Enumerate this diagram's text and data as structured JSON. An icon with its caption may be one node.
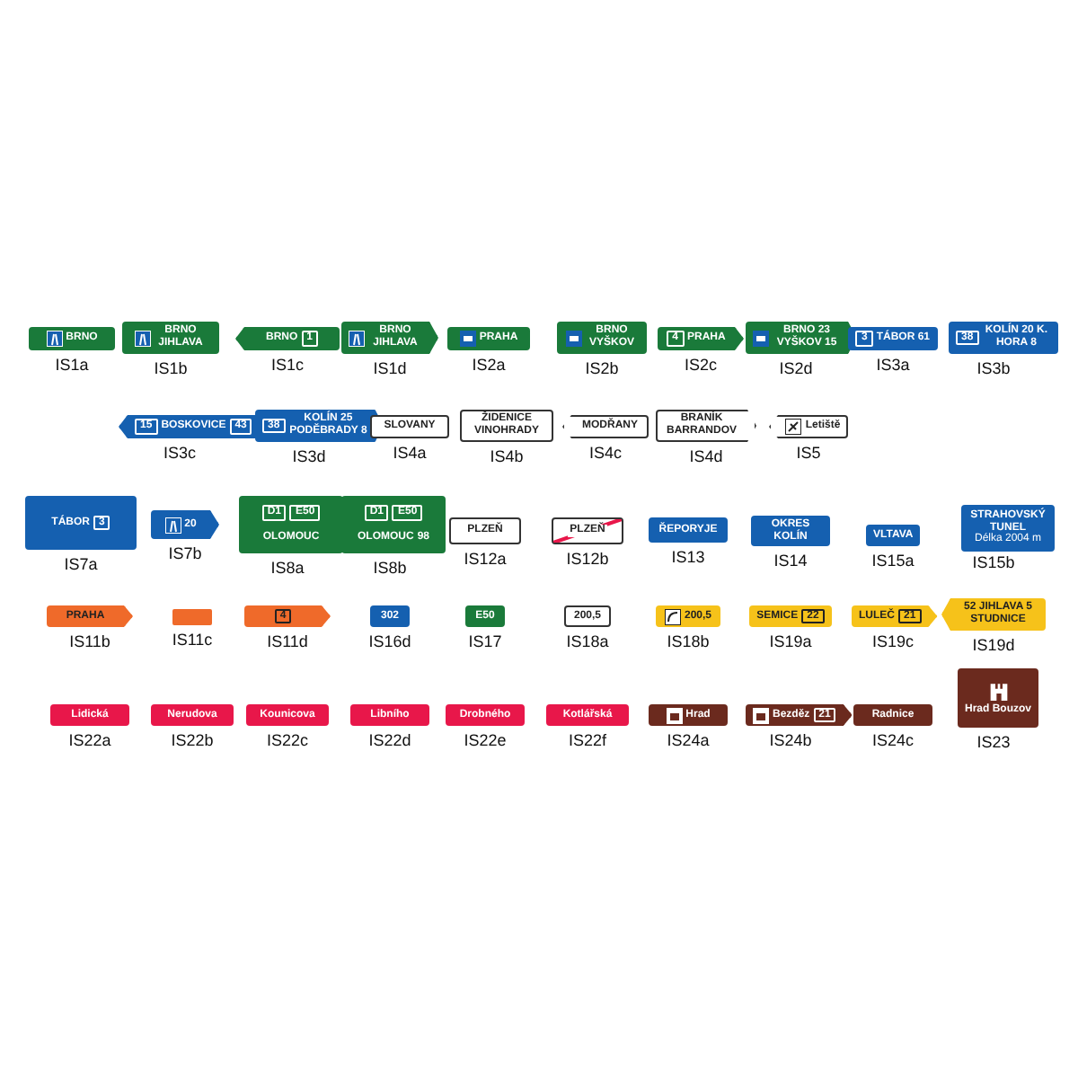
{
  "diagram": {
    "nodes": [
      {
        "text": [
          "BRNO"
        ],
        "beside": [
          "IS1a"
        ]
      },
      {
        "text": [
          "BRNO JIHLAVA"
        ],
        "beside": [
          "IS1b"
        ]
      },
      {
        "text": [
          "BRNO",
          "1"
        ],
        "beside": [
          "IS1c"
        ]
      },
      {
        "text": [
          "BRNO JIHLAVA"
        ],
        "beside": [
          "IS1d"
        ]
      },
      {
        "text": [
          "PRAHA"
        ],
        "beside": [
          "IS2a"
        ]
      },
      {
        "text": [
          "BRNO VYŠKOV"
        ],
        "beside": [
          "IS2b"
        ]
      },
      {
        "text": [
          "4",
          "PRAHA"
        ],
        "beside": [
          "IS2c"
        ]
      },
      {
        "text": [
          "BRNO 23 VYŠKOV 15"
        ],
        "beside": [
          "IS2d"
        ]
      },
      {
        "text": [
          "3",
          "TÁBOR 61"
        ],
        "beside": [
          "IS3a"
        ]
      },
      {
        "text": [
          "38",
          "KOLÍN 20 K. HORA 8"
        ],
        "beside": [
          "IS3b"
        ]
      },
      {
        "text": [
          "15",
          "BOSKOVICE",
          "43"
        ],
        "beside": [
          "IS3c"
        ]
      },
      {
        "text": [
          "38",
          "KOLÍN 25 PODĚBRADY 8"
        ],
        "beside": [
          "IS3d"
        ]
      },
      {
        "text": [
          "SLOVANY"
        ],
        "beside": [
          "IS4a"
        ]
      },
      {
        "text": [
          "ŽIDENICE VINOHRADY"
        ],
        "beside": [
          "IS4b"
        ]
      },
      {
        "text": [
          "MODŘANY"
        ],
        "beside": [
          "IS4c"
        ]
      },
      {
        "text": [
          "BRANÍK BARRANDOV"
        ],
        "beside": [
          "IS4d"
        ]
      },
      {
        "text": [
          "Letiště"
        ],
        "beside": [
          "IS5"
        ]
      },
      {
        "text": [
          "TÁBOR",
          "3"
        ],
        "beside": [
          "IS7a"
        ]
      },
      {
        "text": [
          "20"
        ],
        "beside": [
          "IS7b"
        ]
      },
      {
        "text": [
          "D1",
          "E50",
          "OLOMOUC"
        ],
        "beside": [
          "IS8a"
        ]
      },
      {
        "text": [
          "D1",
          "E50",
          "OLOMOUC",
          "98"
        ],
        "beside": [
          "IS8b"
        ]
      },
      {
        "text": [
          "PLZEŇ"
        ],
        "beside": [
          "IS12a"
        ]
      },
      {
        "text": [
          "PLZEŇ"
        ],
        "beside": [
          "IS12b"
        ]
      },
      {
        "text": [
          "ŘEPORYJE"
        ],
        "beside": [
          "IS13"
        ]
      },
      {
        "text": [
          "OKRES KOLÍN"
        ],
        "beside": [
          "IS14"
        ]
      },
      {
        "text": [
          "VLTAVA"
        ],
        "beside": [
          "IS15a"
        ]
      },
      {
        "text": [
          "STRAHOVSKÝ TUNEL",
          "Délka 2004 m"
        ],
        "beside": [
          "IS15b"
        ]
      },
      {
        "text": [
          "PRAHA"
        ],
        "beside": [
          "IS11b"
        ]
      },
      {
        "text": [],
        "shape": "box",
        "beside": [
          "IS11c"
        ]
      },
      {
        "text": [
          "4"
        ],
        "beside": [
          "IS11d"
        ]
      },
      {
        "text": [
          "302"
        ],
        "beside": [
          "IS16d"
        ]
      },
      {
        "text": [
          "E50"
        ],
        "beside": [
          "IS17"
        ]
      },
      {
        "text": [
          "200,5"
        ],
        "beside": [
          "IS18a"
        ]
      },
      {
        "text": [
          "200,5"
        ],
        "beside": [
          "IS18b"
        ]
      },
      {
        "text": [
          "SEMICE",
          "22"
        ],
        "beside": [
          "IS19a"
        ]
      },
      {
        "text": [
          "LULEČ",
          "21"
        ],
        "beside": [
          "IS19c"
        ]
      },
      {
        "text": [
          "52 JIHLAVA 5 STUDNICE"
        ],
        "beside": [
          "IS19d"
        ]
      },
      {
        "text": [
          "Lidická"
        ],
        "beside": [
          "IS22a"
        ]
      },
      {
        "text": [
          "Nerudova"
        ],
        "beside": [
          "IS22b"
        ]
      },
      {
        "text": [
          "Kounicova"
        ],
        "beside": [
          "IS22c"
        ]
      },
      {
        "text": [
          "Libního"
        ],
        "beside": [
          "IS22d"
        ]
      },
      {
        "text": [
          "Drobného"
        ],
        "beside": [
          "IS22e"
        ]
      },
      {
        "text": [
          "Kotlářská"
        ],
        "beside": [
          "IS22f"
        ]
      },
      {
        "text": [
          "Hrad"
        ],
        "beside": [
          "IS24a"
        ]
      },
      {
        "text": [
          "Bezděz",
          "21"
        ],
        "beside": [
          "IS24b"
        ]
      },
      {
        "text": [
          "Radnice"
        ],
        "beside": [
          "IS24c"
        ]
      },
      {
        "text": [
          "Hrad Bouzov"
        ],
        "beside": [
          "IS23"
        ]
      }
    ],
    "edges": []
  }
}
